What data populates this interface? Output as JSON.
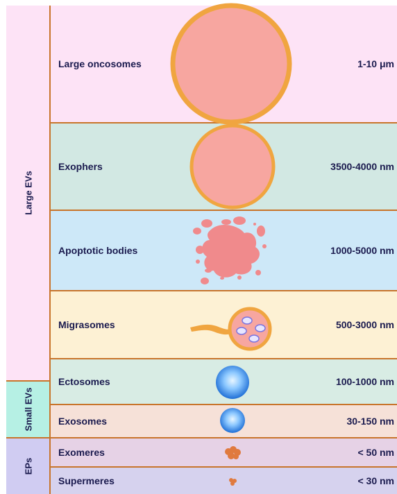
{
  "groups": {
    "large": "Large EVs",
    "small": "Small EVs",
    "eps": "EPs"
  },
  "rows": [
    {
      "name": "Large oncosomes",
      "size": "1-10 μm",
      "color": "#fde3f6"
    },
    {
      "name": "Exophers",
      "size": "3500-4000 nm",
      "color": "#d2e8e3"
    },
    {
      "name": "Apoptotic bodies",
      "size": "1000-5000 nm",
      "color": "#cde8f8"
    },
    {
      "name": "Migrasomes",
      "size": "500-3000 nm",
      "color": "#fdf1d4"
    },
    {
      "name": "Ectosomes",
      "size": "100-1000 nm",
      "color": "#d8ece4"
    },
    {
      "name": "Exosomes",
      "size": "30-150 nm",
      "color": "#f6e1d8"
    },
    {
      "name": "Exomeres",
      "size": "< 50 nm",
      "color": "#e6d2e6"
    },
    {
      "name": "Supermeres",
      "size": "< 30 nm",
      "color": "#d6d2ee"
    }
  ],
  "colors": {
    "large_group": "#fde3f6",
    "small_group": "#b6f0e4",
    "eps_group": "#d0ccf2",
    "border": "#c8742a",
    "vesicle_fill": "#f7a6a0",
    "vesicle_rim": "#f0a540",
    "blue_vesicle": "#3b8ee8"
  }
}
